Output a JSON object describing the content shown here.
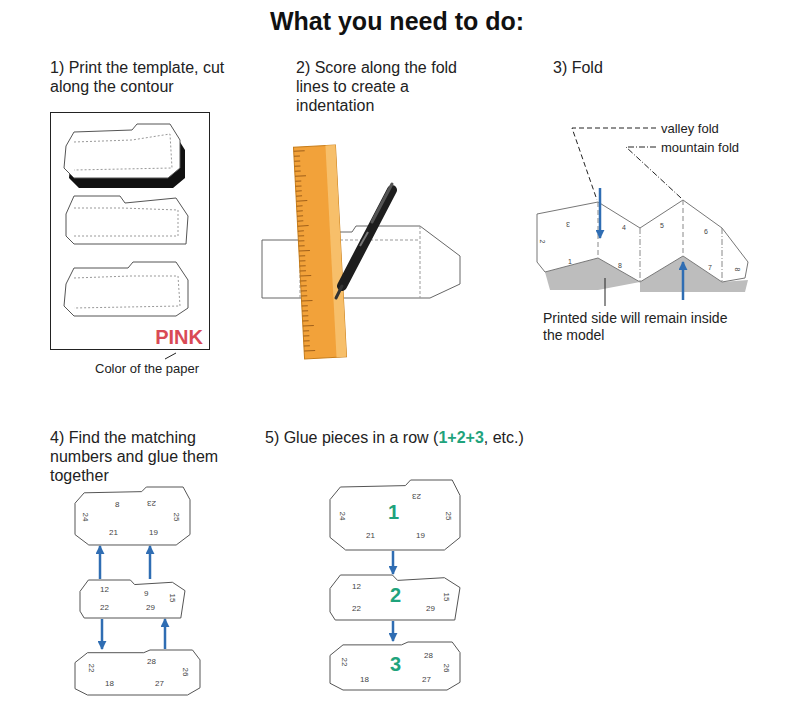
{
  "diagram": {
    "title": "What you need to do:",
    "nodes": [
      {
        "text": [
          "PINK"
        ]
      },
      {
        "text": [
          "8",
          "23",
          "25",
          "24",
          "21",
          "19"
        ]
      },
      {
        "text": [
          "12",
          "9",
          "15",
          "22",
          "29"
        ]
      },
      {
        "text": [
          "22",
          "28",
          "26",
          "18",
          "27"
        ]
      },
      {
        "text": [
          "1",
          "23",
          "24",
          "21",
          "19",
          "25"
        ]
      },
      {
        "text": [
          "2",
          "12",
          "15",
          "22",
          "29"
        ]
      },
      {
        "text": [
          "3",
          "22",
          "28",
          "26",
          "18",
          "27"
        ]
      }
    ],
    "edges": [
      {
        "from": 2,
        "to": 1,
        "arrow": "to"
      },
      {
        "from": 2,
        "to": 1,
        "arrow": "to"
      },
      {
        "from": 2,
        "to": 3,
        "arrow": "to"
      },
      {
        "from": 3,
        "to": 2,
        "arrow": "to"
      },
      {
        "from": 4,
        "to": 5,
        "arrow": "to"
      },
      {
        "from": 5,
        "to": 6,
        "arrow": "to"
      }
    ],
    "labels": [
      "1) Print the template, cut along the contour",
      "Color of the paper",
      "2) Score along the fold lines to create a indentation",
      "3) Fold",
      "Printed side will remain inside the model",
      "3",
      "2",
      "4",
      "1",
      "8",
      "5",
      "6",
      "7",
      "8",
      "4) Find the matching numbers and glue them together",
      "5) Glue pieces in a row (",
      "1+2+3",
      ", etc.)"
    ],
    "legend": [
      {
        "text": "valley fold"
      },
      {
        "text": "mountain fold"
      }
    ]
  }
}
